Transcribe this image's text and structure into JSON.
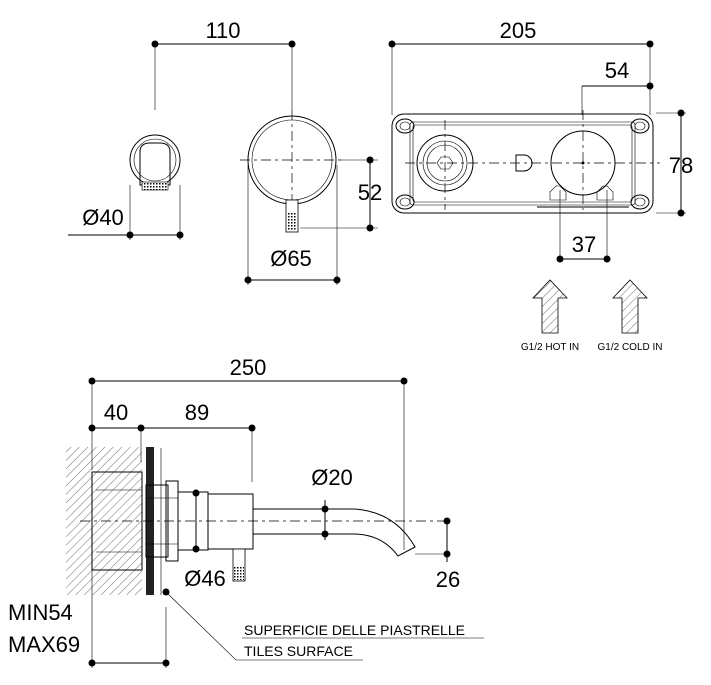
{
  "top_view": {
    "dim_spacing": "110",
    "dim_spout_diameter": "Ø40",
    "dim_handle_diameter": "Ø65",
    "dim_handle_offset": "52"
  },
  "box_view": {
    "dim_width": "205",
    "dim_offset": "54",
    "dim_height": "78",
    "dim_inlet_spacing": "37",
    "hot_inlet_label": "G1/2 HOT IN",
    "cold_inlet_label": "G1/2 COLD IN"
  },
  "side_view": {
    "dim_total_length": "250",
    "dim_body_depth": "40",
    "dim_handle_length": "89",
    "dim_spout_diameter": "Ø20",
    "dim_handle_diameter": "Ø46",
    "dim_spout_drop": "26",
    "wall_depth_min": "MIN54",
    "wall_depth_max": "MAX69",
    "tile_surface_label_it": "SUPERFICIE DELLE PIASTRELLE",
    "tile_surface_label_en": "TILES SURFACE"
  }
}
